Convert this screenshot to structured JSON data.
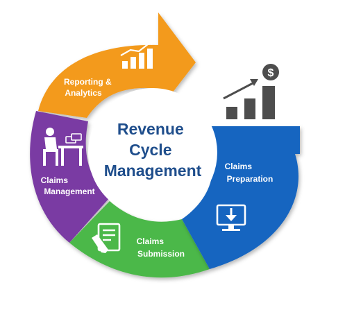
{
  "center": {
    "title_lines": [
      "Revenue",
      "Cycle",
      "Management"
    ]
  },
  "segments": {
    "reporting": {
      "label_lines": [
        "Reporting &",
        "Analytics"
      ],
      "color": "#f39a1e",
      "icon": "bar-chart-up-arrow-icon"
    },
    "management": {
      "label_lines": [
        "Claims",
        "Management"
      ],
      "color": "#7a3aa3",
      "icon": "person-at-desk-money-icon"
    },
    "submission": {
      "label_lines": [
        "Claims",
        "Submission"
      ],
      "color": "#4cb848",
      "icon": "document-pen-icon"
    },
    "preparation": {
      "label_lines": [
        "Claims",
        "Preparation"
      ],
      "color": "#1565c0",
      "icon": "monitor-download-icon"
    }
  },
  "top_icon": {
    "icon": "growth-chart-dollar-icon",
    "glyph": "$",
    "color": "#4d4d4d"
  }
}
